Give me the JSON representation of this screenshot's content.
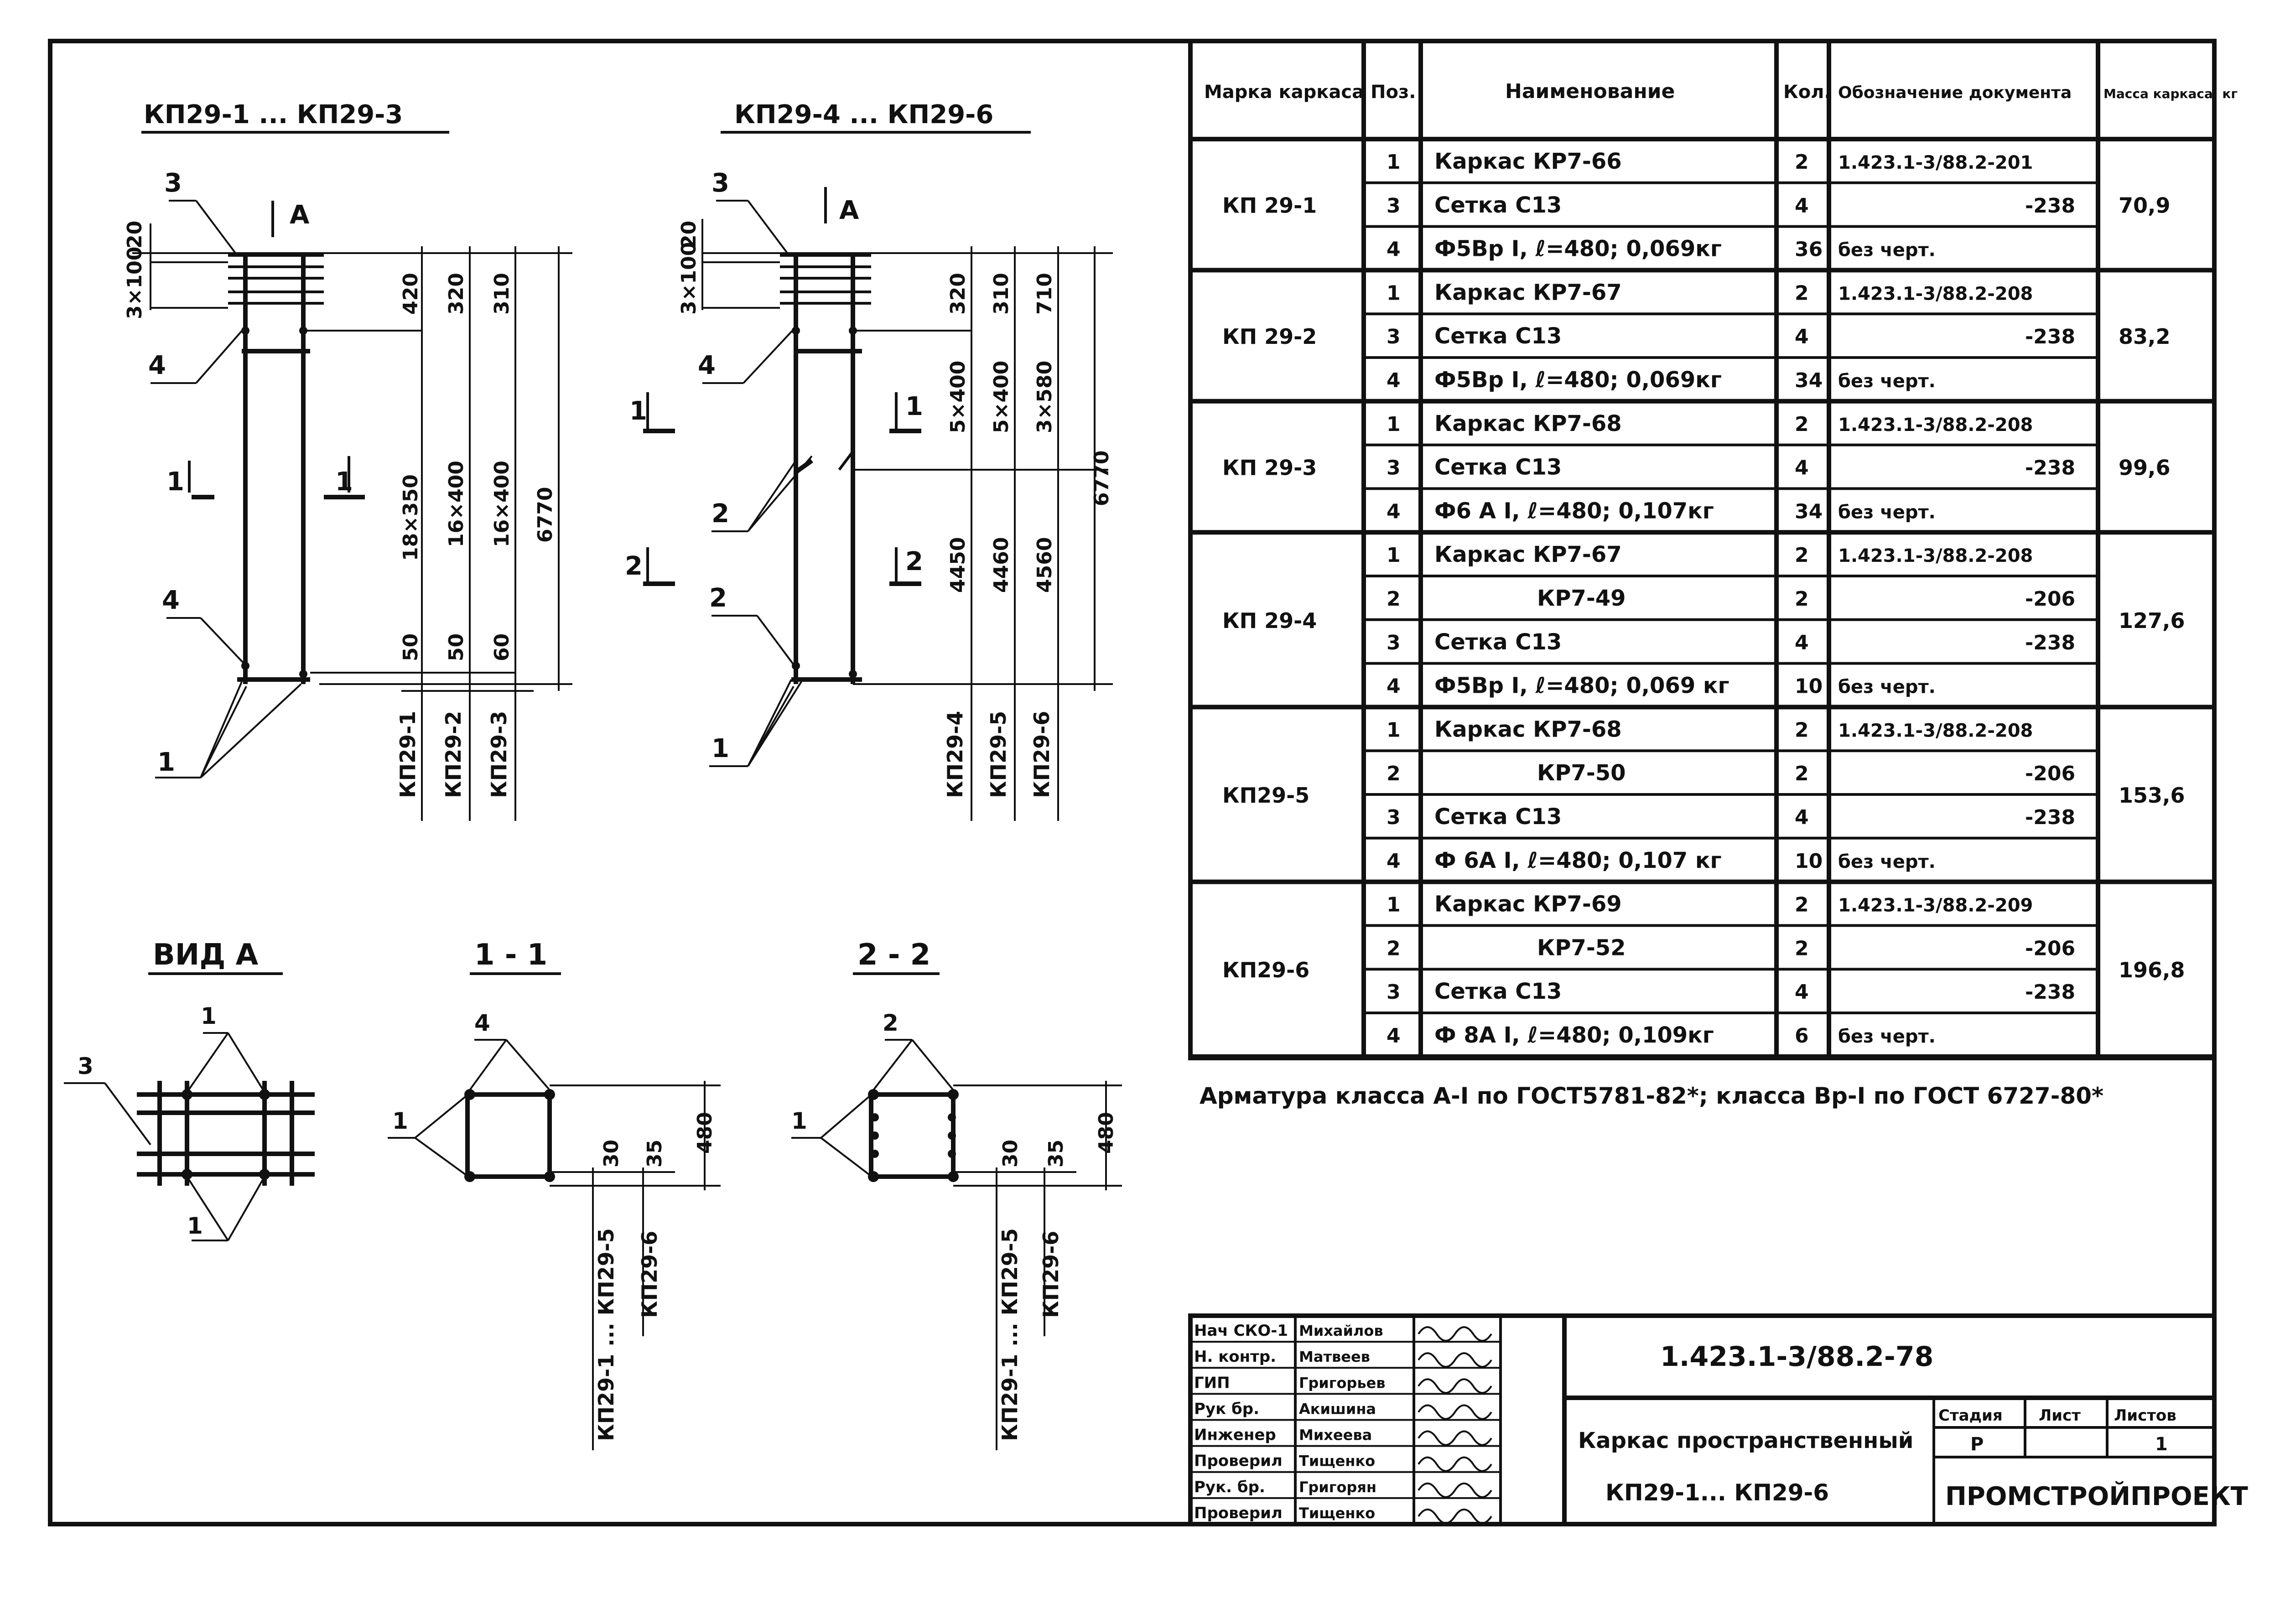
{
  "views": {
    "left_title": "КП29-1 ... КП29-3",
    "mid_title": "КП29-4 ... КП29-6",
    "view_a": "ВИД А",
    "section_11": "1 - 1",
    "section_22": "2 - 2",
    "arrow_a": "А",
    "mark_1": "1",
    "mark_2": "2",
    "mark_3": "3",
    "mark_4": "4"
  },
  "dims_left": {
    "top_20": "20",
    "top_3x100": "3×100",
    "d420": "420",
    "d320": "320",
    "d310": "310",
    "d18x350": "18×350",
    "d16x400a": "16×400",
    "d16x400b": "16×400",
    "d6770": "6770",
    "d50a": "50",
    "d50b": "50",
    "d60": "60",
    "kp1": "КП29-1",
    "kp2": "КП29-2",
    "kp3": "КП29-3"
  },
  "dims_mid": {
    "top_20": "20",
    "top_3x100": "3×100",
    "d320": "320",
    "d310": "310",
    "d710": "710",
    "d5x400a": "5×400",
    "d5x400b": "5×400",
    "d3x580": "3×580",
    "d6770": "6770",
    "d4450": "4450",
    "d4460": "4460",
    "d4560": "4560",
    "kp4": "КП29-4",
    "kp5": "КП29-5",
    "kp6": "КП29-6"
  },
  "dims_sections": {
    "d30": "30",
    "d35": "35",
    "d480": "480",
    "kp_range": "КП29-1 ... КП29-5",
    "kp6": "КП29-6"
  },
  "table": {
    "headers": {
      "mark": "Марка каркаса",
      "pos": "Поз.",
      "name": "Наименование",
      "qty": "Кол.",
      "doc": "Обозначение документа",
      "mass": "Масса каркаса, кг"
    },
    "groups": [
      {
        "mark": "КП 29-1",
        "mass": "70,9",
        "rows": [
          {
            "pos": "1",
            "name": "Каркас КР7-66",
            "qty": "2",
            "doc": "1.423.1-3/88.2-201"
          },
          {
            "pos": "3",
            "name": "Сетка С13",
            "qty": "4",
            "doc": "-238"
          },
          {
            "pos": "4",
            "name": "Ф5Вр I, ℓ=480; 0,069кг",
            "qty": "36",
            "doc": "без черт."
          }
        ]
      },
      {
        "mark": "КП 29-2",
        "mass": "83,2",
        "rows": [
          {
            "pos": "1",
            "name": "Каркас КР7-67",
            "qty": "2",
            "doc": "1.423.1-3/88.2-208"
          },
          {
            "pos": "3",
            "name": "Сетка С13",
            "qty": "4",
            "doc": "-238"
          },
          {
            "pos": "4",
            "name": "Ф5Вр I, ℓ=480; 0,069кг",
            "qty": "34",
            "doc": "без черт."
          }
        ]
      },
      {
        "mark": "КП 29-3",
        "mass": "99,6",
        "rows": [
          {
            "pos": "1",
            "name": "Каркас КР7-68",
            "qty": "2",
            "doc": "1.423.1-3/88.2-208"
          },
          {
            "pos": "3",
            "name": "Сетка С13",
            "qty": "4",
            "doc": "-238"
          },
          {
            "pos": "4",
            "name": "Ф6 А I, ℓ=480; 0,107кг",
            "qty": "34",
            "doc": "без черт."
          }
        ]
      },
      {
        "mark": "КП 29-4",
        "mass": "127,6",
        "rows": [
          {
            "pos": "1",
            "name": "Каркас КР7-67",
            "qty": "2",
            "doc": "1.423.1-3/88.2-208"
          },
          {
            "pos": "2",
            "name": "КР7-49",
            "qty": "2",
            "doc": "-206"
          },
          {
            "pos": "3",
            "name": "Сетка С13",
            "qty": "4",
            "doc": "-238"
          },
          {
            "pos": "4",
            "name": "Ф5Вр I, ℓ=480; 0,069 кг",
            "qty": "10",
            "doc": "без черт."
          }
        ]
      },
      {
        "mark": "КП29-5",
        "mass": "153,6",
        "rows": [
          {
            "pos": "1",
            "name": "Каркас КР7-68",
            "qty": "2",
            "doc": "1.423.1-3/88.2-208"
          },
          {
            "pos": "2",
            "name": "КР7-50",
            "qty": "2",
            "doc": "-206"
          },
          {
            "pos": "3",
            "name": "Сетка С13",
            "qty": "4",
            "doc": "-238"
          },
          {
            "pos": "4",
            "name": "Ф 6А I, ℓ=480; 0,107 кг",
            "qty": "10",
            "doc": "без черт."
          }
        ]
      },
      {
        "mark": "КП29-6",
        "mass": "196,8",
        "rows": [
          {
            "pos": "1",
            "name": "Каркас КР7-69",
            "qty": "2",
            "doc": "1.423.1-3/88.2-209"
          },
          {
            "pos": "2",
            "name": "КР7-52",
            "qty": "2",
            "doc": "-206"
          },
          {
            "pos": "3",
            "name": "Сетка С13",
            "qty": "4",
            "doc": "-238"
          },
          {
            "pos": "4",
            "name": "Ф 8А I, ℓ=480; 0,109кг",
            "qty": "6",
            "doc": "без черт."
          }
        ]
      }
    ]
  },
  "note": "Арматура класса А-I по ГОСТ5781-82*; класса Вр-I по ГОСТ 6727-80*",
  "title_block": {
    "doc_number": "1.423.1-3/88.2-78",
    "title_line1": "Каркас пространственный",
    "title_line2": "КП29-1... КП29-6",
    "stage_label": "Стадия",
    "sheet_label": "Лист",
    "sheets_label": "Листов",
    "stage": "Р",
    "sheets": "1",
    "org": "ПРОМСТРОЙПРОЕКТ",
    "signatures": [
      {
        "role": "Нач СКО-1",
        "name": "Михайлов"
      },
      {
        "role": "Н. контр.",
        "name": "Матвеев"
      },
      {
        "role": "ГИП",
        "name": "Григорьев"
      },
      {
        "role": "Рук бр.",
        "name": "Акишина"
      },
      {
        "role": "Инженер",
        "name": "Михеева"
      },
      {
        "role": "Проверил",
        "name": "Тищенко"
      },
      {
        "role": "Рук. бр.",
        "name": "Григорян"
      },
      {
        "role": "Проверил",
        "name": "Тищенко"
      }
    ]
  }
}
